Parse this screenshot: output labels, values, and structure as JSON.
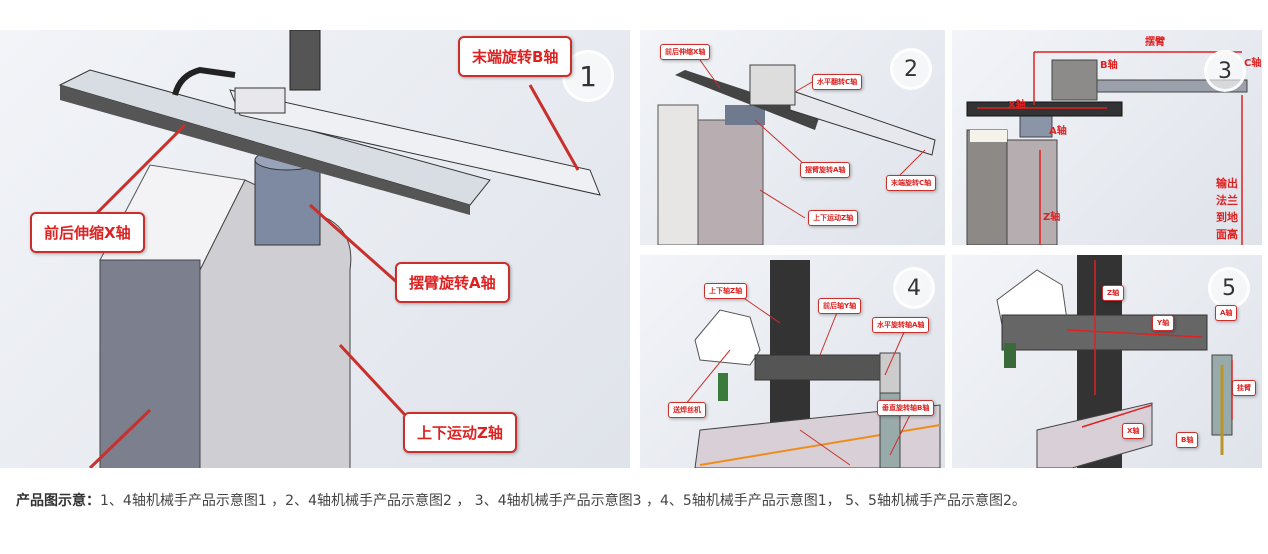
{
  "panels": [
    {
      "number": "1",
      "labels": [
        "末端旋转B轴",
        "前后伸缩X轴",
        "摆臂旋转A轴",
        "上下运动Z轴"
      ]
    },
    {
      "number": "2",
      "labels": [
        "前后伸缩X轴",
        "水平翻转C轴",
        "摆臂旋转A轴",
        "末端旋转C轴",
        "上下运动Z轴"
      ]
    },
    {
      "number": "3",
      "labels": [
        "摆臂",
        "B轴",
        "C轴",
        "X轴",
        "A轴",
        "Z轴",
        "输出法兰到地面高"
      ]
    },
    {
      "number": "4",
      "labels": [
        "上下轴Z轴",
        "前后轴Y轴",
        "水平旋转轴A轴",
        "送焊丝机",
        "垂直旋转轴B轴"
      ]
    },
    {
      "number": "5",
      "labels": [
        "Z轴",
        "Y轴",
        "A轴",
        "挂臂",
        "X轴",
        "B轴"
      ]
    }
  ],
  "caption": {
    "title": "产品图示意：",
    "text": "1、4轴机械手产品示意图1 ，2、4轴机械手产品示意图2 ， 3、4轴机械手产品示意图3 ，4、5轴机械手产品示意图1， 5、5轴机械手产品示意图2。"
  }
}
